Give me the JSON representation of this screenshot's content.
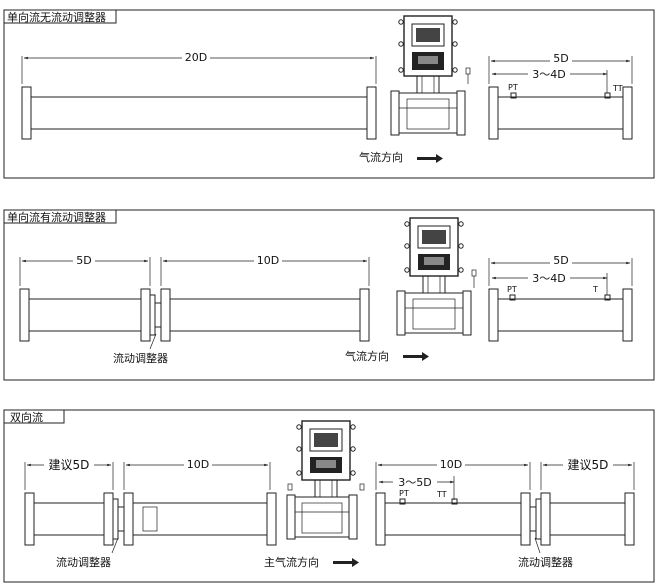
{
  "panels": [
    {
      "title": "单向流无流动调整器",
      "dims": [
        "20D",
        "5D",
        "3～4D"
      ],
      "sensors": [
        "PT",
        "TT"
      ],
      "flow_label": "气流方向"
    },
    {
      "title": "单向流有流动调整器",
      "dims": [
        "5D",
        "10D",
        "5D",
        "3～4D"
      ],
      "sensors": [
        "PT",
        "T"
      ],
      "conditioner_label": "流动调整器",
      "flow_label": "气流方向"
    },
    {
      "title": "双向流",
      "dims": [
        "建议5D",
        "10D",
        "10D",
        "3～5D",
        "建议5D"
      ],
      "sensors": [
        "PT",
        "TT"
      ],
      "conditioner_label_left": "流动调整器",
      "conditioner_label_right": "流动调整器",
      "flow_label": "主气流方向"
    }
  ]
}
